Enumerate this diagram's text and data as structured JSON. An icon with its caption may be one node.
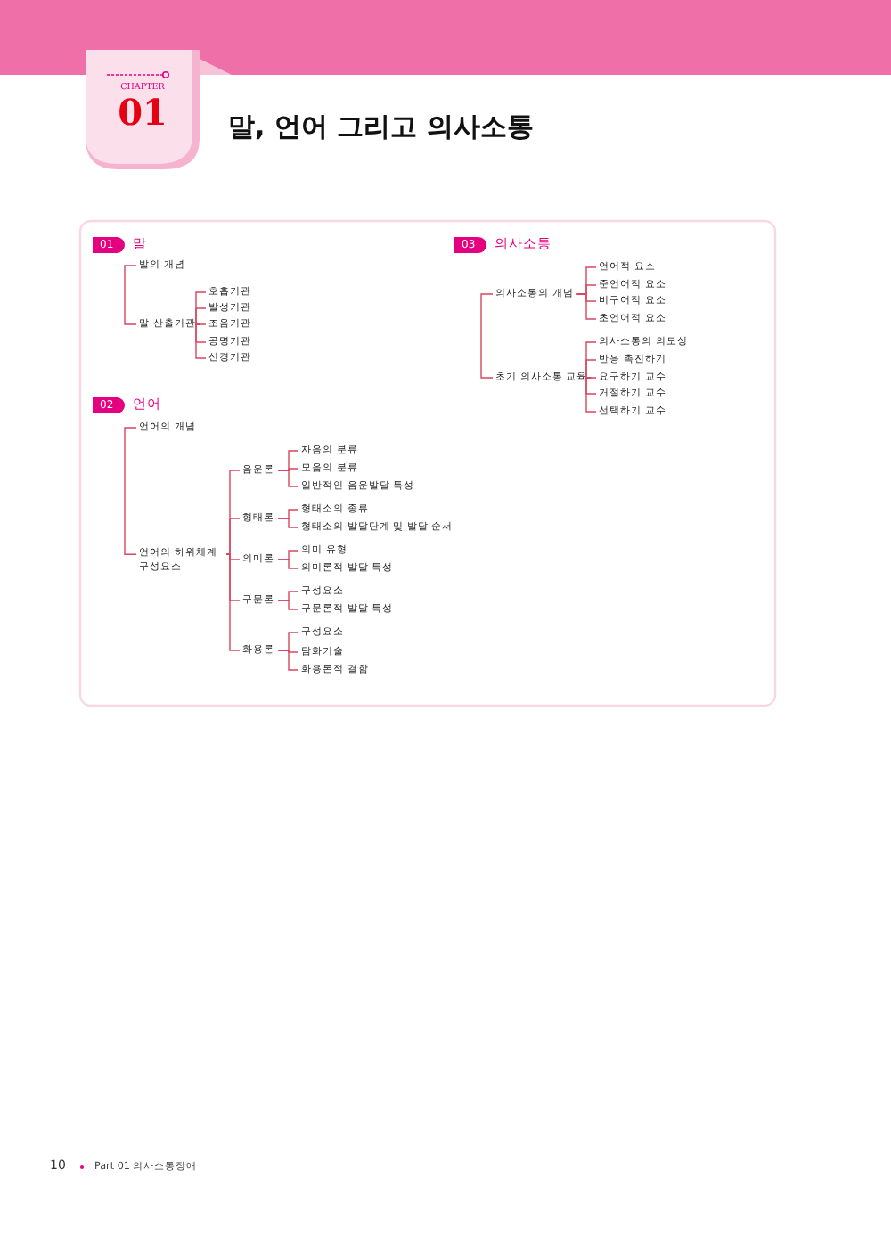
{
  "diagram": {
    "title": "말, 언어 그리고 의사소통",
    "nodes": [
      {
        "text": [
          "01",
          "말"
        ]
      },
      {
        "text": [
          "발의 개념"
        ]
      },
      {
        "text": [
          "말 산출기관"
        ]
      },
      {
        "text": [
          "호흡기관"
        ]
      },
      {
        "text": [
          "발성기관"
        ]
      },
      {
        "text": [
          "조음기관"
        ]
      },
      {
        "text": [
          "공명기관"
        ]
      },
      {
        "text": [
          "신경기관"
        ]
      },
      {
        "text": [
          "02",
          "언어"
        ]
      },
      {
        "text": [
          "언어의 개념"
        ]
      },
      {
        "text": [
          "언어의 하위체계 구성요소"
        ]
      },
      {
        "text": [
          "음운론"
        ]
      },
      {
        "text": [
          "자음의 분류"
        ]
      },
      {
        "text": [
          "모음의 분류"
        ]
      },
      {
        "text": [
          "일반적인 음운발달 특성"
        ]
      },
      {
        "text": [
          "형태론"
        ]
      },
      {
        "text": [
          "형태소의 종류"
        ]
      },
      {
        "text": [
          "형태소의 발달단계 및 발달 순서"
        ]
      },
      {
        "text": [
          "의미론"
        ]
      },
      {
        "text": [
          "의미 유형"
        ]
      },
      {
        "text": [
          "의미론적 발달 특성"
        ]
      },
      {
        "text": [
          "구문론"
        ]
      },
      {
        "text": [
          "구성요소"
        ]
      },
      {
        "text": [
          "구문론적 발달 특성"
        ]
      },
      {
        "text": [
          "화용론"
        ]
      },
      {
        "text": [
          "구성요소"
        ]
      },
      {
        "text": [
          "담화기술"
        ]
      },
      {
        "text": [
          "화용론적 결함"
        ]
      },
      {
        "text": [
          "03",
          "의사소통"
        ]
      },
      {
        "text": [
          "의사소통의 개념"
        ]
      },
      {
        "text": [
          "언어적 요소"
        ]
      },
      {
        "text": [
          "준언어적 요소"
        ]
      },
      {
        "text": [
          "비구어적 요소"
        ]
      },
      {
        "text": [
          "초언어적 요소"
        ]
      },
      {
        "text": [
          "초기 의사소통 교육"
        ]
      },
      {
        "text": [
          "의사소통의 의도성"
        ]
      },
      {
        "text": [
          "반응 촉진하기"
        ]
      },
      {
        "text": [
          "요구하기 교수"
        ]
      },
      {
        "text": [
          "거절하기 교수"
        ]
      },
      {
        "text": [
          "선택하기 교수"
        ]
      }
    ],
    "edges": [
      {
        "from": 1,
        "to": 2,
        "arrow": "none"
      },
      {
        "from": 2,
        "to": 3,
        "arrow": "none"
      },
      {
        "from": 2,
        "to": 4,
        "arrow": "none"
      },
      {
        "from": 2,
        "to": 5,
        "arrow": "none"
      },
      {
        "from": 2,
        "to": 6,
        "arrow": "none"
      },
      {
        "from": 2,
        "to": 7,
        "arrow": "none"
      },
      {
        "from": 9,
        "to": 10,
        "arrow": "none"
      },
      {
        "from": 10,
        "to": 11,
        "arrow": "none"
      },
      {
        "from": 10,
        "to": 15,
        "arrow": "none"
      },
      {
        "from": 10,
        "to": 18,
        "arrow": "none"
      },
      {
        "from": 10,
        "to": 21,
        "arrow": "none"
      },
      {
        "from": 10,
        "to": 24,
        "arrow": "none"
      },
      {
        "from": 11,
        "to": 12,
        "arrow": "none"
      },
      {
        "from": 11,
        "to": 13,
        "arrow": "none"
      },
      {
        "from": 11,
        "to": 14,
        "arrow": "none"
      },
      {
        "from": 15,
        "to": 16,
        "arrow": "none"
      },
      {
        "from": 15,
        "to": 17,
        "arrow": "none"
      },
      {
        "from": 18,
        "to": 19,
        "arrow": "none"
      },
      {
        "from": 18,
        "to": 20,
        "arrow": "none"
      },
      {
        "from": 21,
        "to": 22,
        "arrow": "none"
      },
      {
        "from": 21,
        "to": 23,
        "arrow": "none"
      },
      {
        "from": 24,
        "to": 25,
        "arrow": "none"
      },
      {
        "from": 24,
        "to": 26,
        "arrow": "none"
      },
      {
        "from": 24,
        "to": 27,
        "arrow": "none"
      },
      {
        "from": 29,
        "to": 34,
        "arrow": "none"
      },
      {
        "from": 29,
        "to": 30,
        "arrow": "none"
      },
      {
        "from": 29,
        "to": 31,
        "arrow": "none"
      },
      {
        "from": 29,
        "to": 32,
        "arrow": "none"
      },
      {
        "from": 29,
        "to": 33,
        "arrow": "none"
      },
      {
        "from": 34,
        "to": 35,
        "arrow": "none"
      },
      {
        "from": 34,
        "to": 36,
        "arrow": "none"
      },
      {
        "from": 34,
        "to": 37,
        "arrow": "none"
      },
      {
        "from": 34,
        "to": 38,
        "arrow": "none"
      },
      {
        "from": 34,
        "to": 39,
        "arrow": "none"
      }
    ],
    "labels": [
      "CHAPTER",
      "01",
      "10",
      "Part 01 의사소통장애"
    ]
  }
}
